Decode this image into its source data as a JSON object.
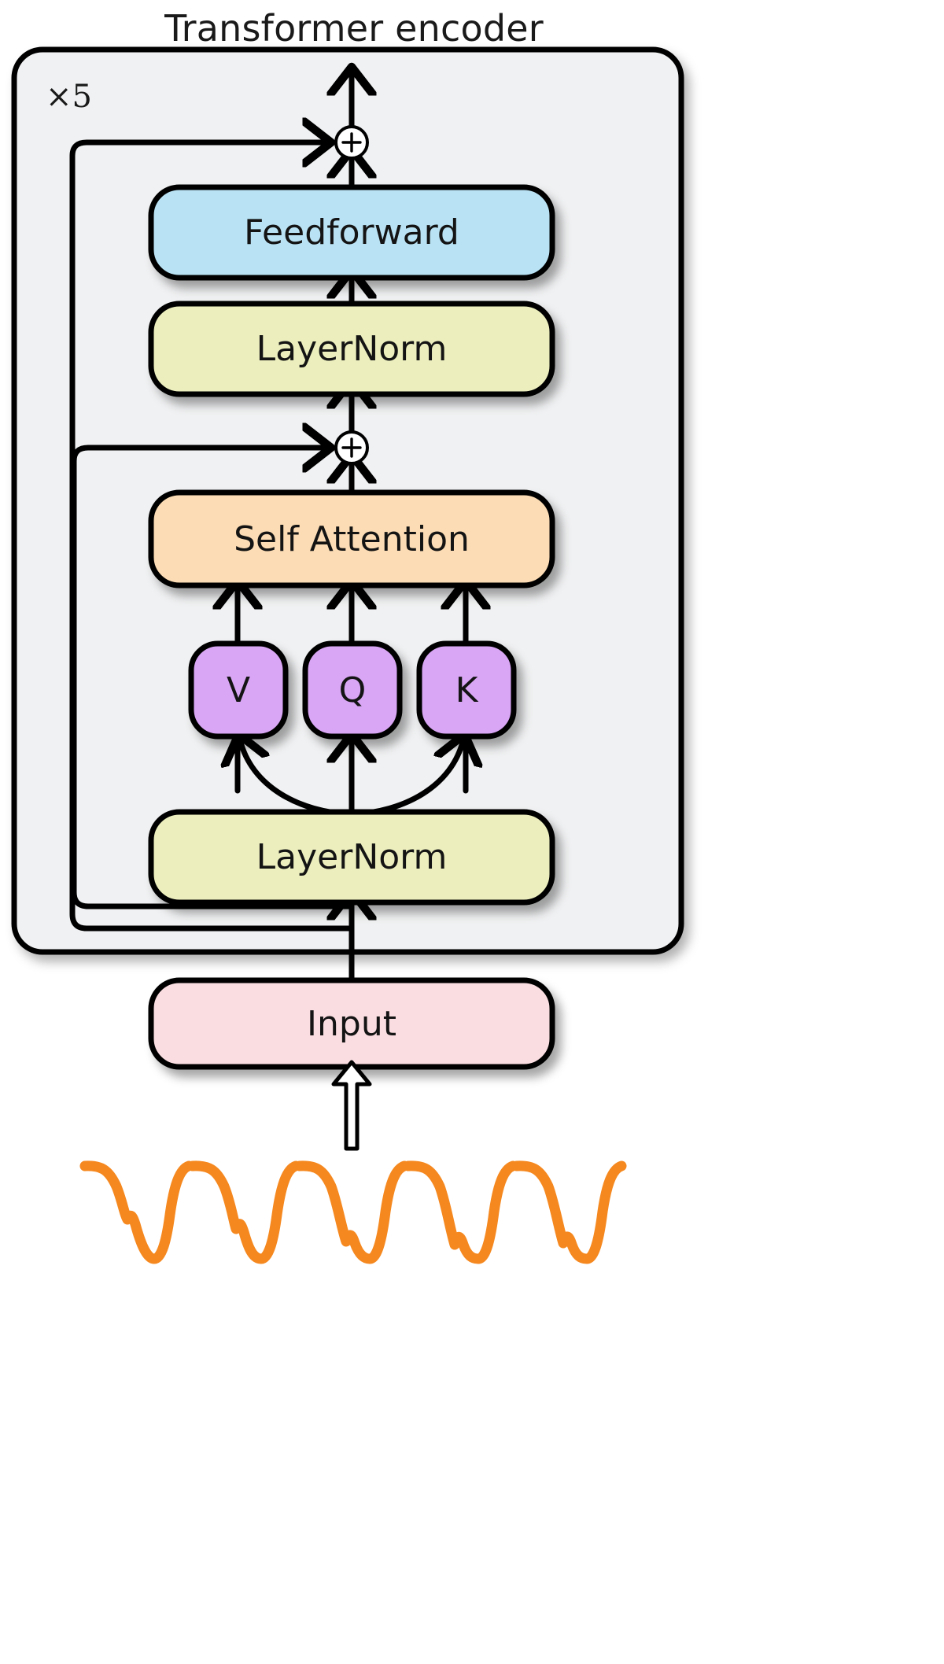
{
  "diagram": {
    "title": "Transformer encoder",
    "repeat_label": "×5",
    "blocks": {
      "feedforward": {
        "label": "Feedforward",
        "color": "#b9e3f4"
      },
      "layernorm_top": {
        "label": "LayerNorm",
        "color": "#ecefbd"
      },
      "self_attention": {
        "label": "Self Attention",
        "color": "#fcdcb4"
      },
      "layernorm_bottom": {
        "label": "LayerNorm",
        "color": "#ecefbd"
      },
      "input": {
        "label": "Input",
        "color": "#fadde1"
      }
    },
    "projections": [
      {
        "label": "V",
        "color": "#d9a6f5"
      },
      {
        "label": "Q",
        "color": "#d9a6f5"
      },
      {
        "label": "K",
        "color": "#d9a6f5"
      }
    ],
    "adders": [
      {
        "label": "+",
        "name": "residual-add-feedforward"
      },
      {
        "label": "+",
        "name": "residual-add-attention"
      }
    ],
    "container": {
      "fill": "#f0f1f2",
      "stroke": "#000000"
    },
    "signal": {
      "name": "input-spectrum-waveform",
      "color": "#f5881f",
      "peaks": 5
    },
    "arrow_color": "#000000"
  },
  "chart_data": {
    "type": "line",
    "title": "",
    "xlabel": "",
    "ylabel": "",
    "series": [
      {
        "name": "input-spectrum",
        "color": "#f5881f",
        "x": [
          0,
          1,
          2,
          3,
          4,
          5,
          6,
          7,
          8,
          9,
          10,
          11,
          12,
          13,
          14,
          15,
          16,
          17,
          18,
          19,
          20,
          21,
          22,
          23,
          24,
          25,
          26,
          27,
          28,
          29,
          30,
          31,
          32,
          33,
          34,
          35,
          36,
          37,
          38,
          39,
          40,
          41,
          42,
          43,
          44,
          45,
          46,
          47,
          48,
          49
        ],
        "y": [
          1,
          1,
          0.98,
          0.9,
          0.7,
          0.4,
          0.52,
          0.2,
          -0.6,
          -0.9,
          -0.4,
          0.4,
          0.85,
          0.97,
          1,
          1,
          0.98,
          0.9,
          0.72,
          0.45,
          0.2,
          0.05,
          -0.45,
          -0.7,
          -0.1,
          0.1,
          0.6,
          0.9,
          0.98,
          1,
          1,
          0.95,
          0.82,
          0.5,
          0.1,
          -0.5,
          -0.85,
          -0.55,
          -0.88,
          -0.35,
          0.35,
          0.8,
          0.95,
          1,
          1,
          0.95,
          0.8,
          0.45,
          0.0,
          -0.6
        ]
      }
    ],
    "grid": false,
    "legend": false
  }
}
